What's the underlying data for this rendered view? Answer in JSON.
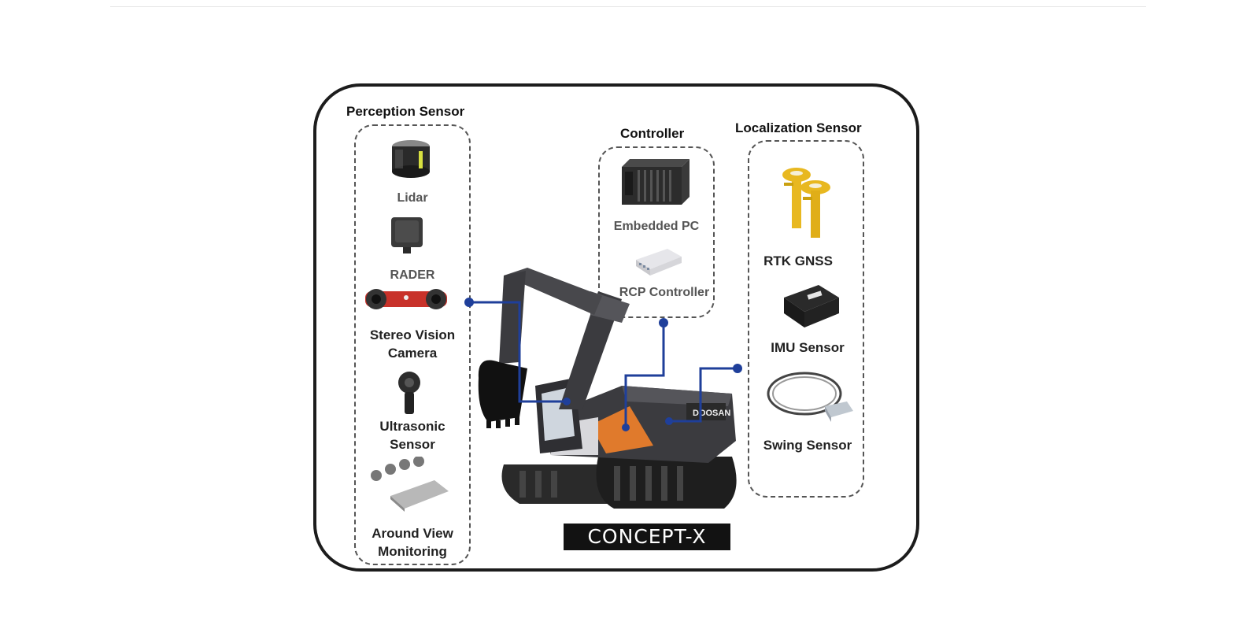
{
  "diagram": {
    "groups": {
      "perception": {
        "title": "Perception Sensor",
        "items": [
          "Lidar",
          "RADER",
          "Stereo Vision\nCamera",
          "Ultrasonic\nSensor",
          "Around View\nMonitoring"
        ]
      },
      "controller": {
        "title": "Controller",
        "items": [
          "Embedded PC",
          "RCP Controller"
        ]
      },
      "localization": {
        "title": "Localization Sensor",
        "items": [
          "RTK GNSS",
          "IMU Sensor",
          "Swing Sensor"
        ]
      }
    },
    "banner": "CONCEPT-X",
    "machine_brand": "DOOSAN",
    "colors": {
      "connector": "#1f3f9a",
      "frame": "#1c1c1c",
      "excavator_body": "#3b3b3f",
      "excavator_accent": "#e07a2c",
      "gnss_yellow": "#e8b820"
    },
    "icons": [
      "lidar-icon",
      "radar-icon",
      "stereo-camera-icon",
      "ultrasonic-sensor-icon",
      "around-view-icon",
      "embedded-pc-icon",
      "rcp-controller-icon",
      "gnss-antenna-icon",
      "imu-icon",
      "swing-sensor-icon",
      "excavator-icon"
    ]
  }
}
